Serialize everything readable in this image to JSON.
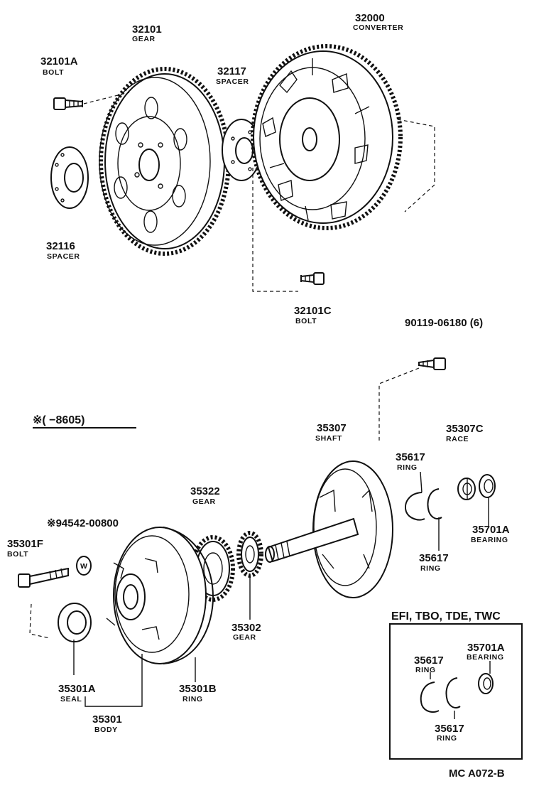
{
  "parts": {
    "p32101": {
      "number": "32101",
      "name": "GEAR"
    },
    "p32101A": {
      "number": "32101A",
      "name": "BOLT"
    },
    "p32116": {
      "number": "32116",
      "name": "SPACER"
    },
    "p32117": {
      "number": "32117",
      "name": "SPACER"
    },
    "p32000": {
      "number": "32000",
      "name": "CONVERTER"
    },
    "p32101C": {
      "number": "32101C",
      "name": "BOLT"
    },
    "p90119": {
      "number": "90119-06180 (6)"
    },
    "p35307": {
      "number": "35307",
      "name": "SHAFT"
    },
    "p35307C": {
      "number": "35307C",
      "name": "RACE"
    },
    "p35617a": {
      "number": "35617",
      "name": "RING"
    },
    "p35617b": {
      "number": "35617",
      "name": "RING"
    },
    "p35701A": {
      "number": "35701A",
      "name": "BEARING"
    },
    "p35322": {
      "number": "35322",
      "name": "GEAR"
    },
    "p94542": {
      "number": "※94542-00800"
    },
    "p35301F": {
      "number": "35301F",
      "name": "BOLT"
    },
    "p35302": {
      "number": "35302",
      "name": "GEAR"
    },
    "p35301A": {
      "number": "35301A",
      "name": "SEAL"
    },
    "p35301B": {
      "number": "35301B",
      "name": "RING"
    },
    "p35301": {
      "number": "35301",
      "name": "BODY"
    }
  },
  "washer_mark": "W",
  "date_note": "※(      −8605)",
  "inset": {
    "title": "EFI, TBO, TDE, TWC",
    "ring_a": {
      "number": "35617",
      "name": "RING"
    },
    "ring_b": {
      "number": "35617",
      "name": "RING"
    },
    "bearing": {
      "number": "35701A",
      "name": "BEARING"
    }
  },
  "figure_code": "MC  A072-B"
}
